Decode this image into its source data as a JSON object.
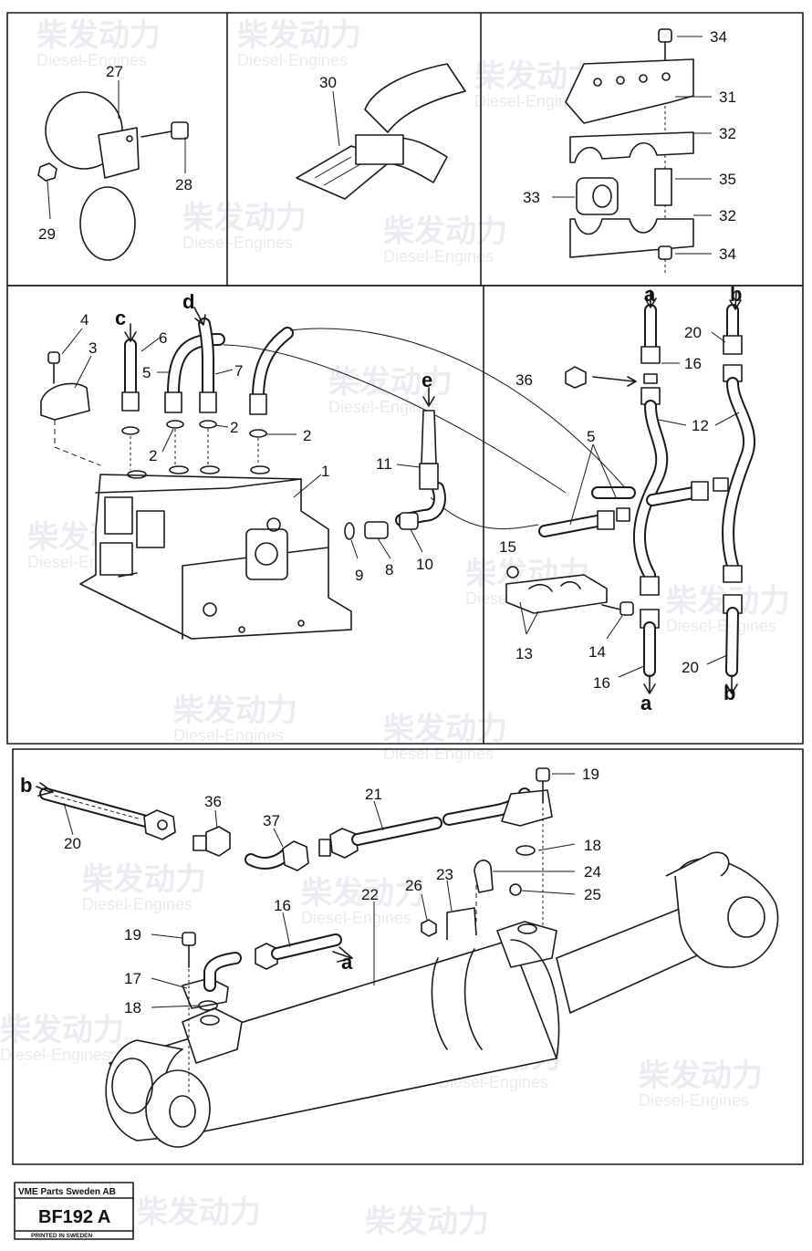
{
  "watermark": {
    "brand_cn": "柴发动力",
    "brand_en": "Diesel-Engines"
  },
  "footer": {
    "company": "VME Parts Sweden AB",
    "code": "BF192 A",
    "printed": "PRINTED IN SWEDEN"
  },
  "panel_top_left": {
    "labels": [
      "27",
      "28",
      "29"
    ]
  },
  "panel_top_mid": {
    "labels": [
      "30"
    ]
  },
  "panel_top_right": {
    "labels": [
      "34",
      "31",
      "32",
      "35",
      "33",
      "32",
      "34"
    ]
  },
  "panel_mid_left": {
    "labels": [
      "4",
      "3",
      "6",
      "5",
      "7",
      "2",
      "2",
      "2",
      "1",
      "11",
      "9",
      "8",
      "10"
    ],
    "letters": [
      "c",
      "d",
      "e"
    ]
  },
  "panel_mid_right": {
    "labels": [
      "20",
      "16",
      "36",
      "12",
      "5",
      "15",
      "13",
      "14",
      "16",
      "20"
    ],
    "letters": [
      "a",
      "b",
      "a",
      "b"
    ]
  },
  "panel_bottom": {
    "labels": [
      "20",
      "36",
      "37",
      "21",
      "19",
      "18",
      "24",
      "25",
      "26",
      "23",
      "22",
      "16",
      "19",
      "17",
      "18"
    ],
    "letters": [
      "b",
      "a"
    ]
  }
}
